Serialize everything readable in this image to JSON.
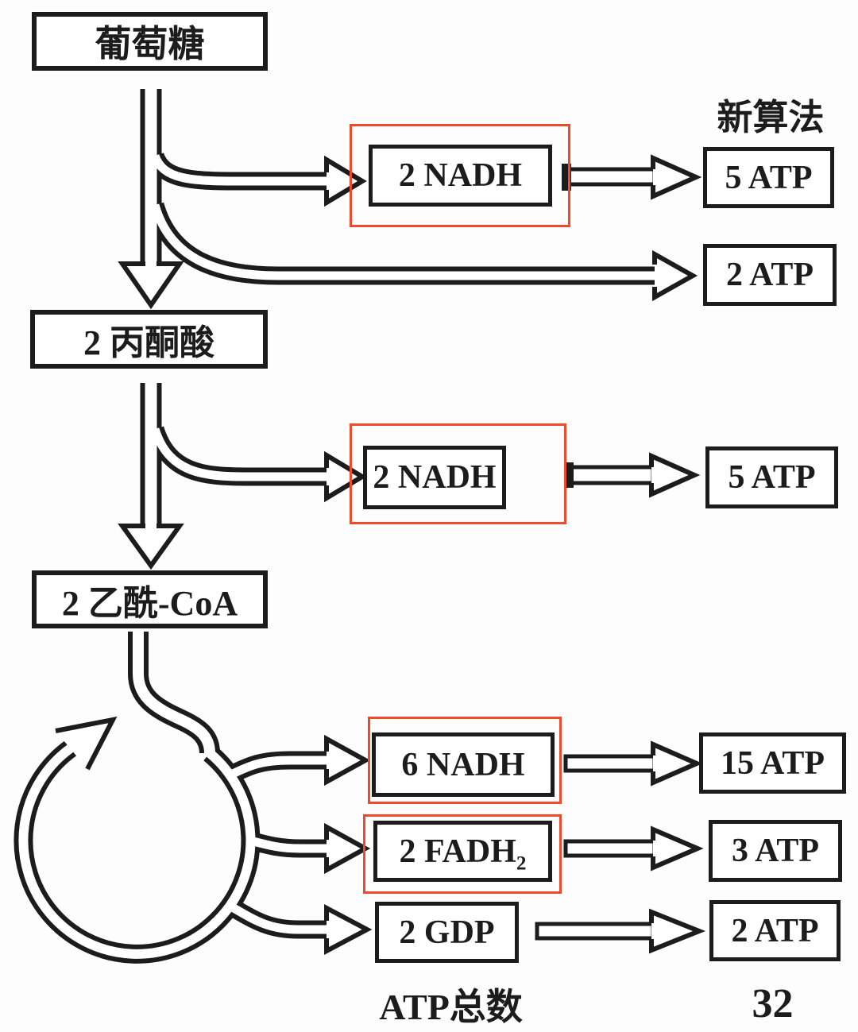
{
  "header": {
    "column_label": "新算法"
  },
  "glycolysis": {
    "substrate": "葡萄糖",
    "nadh": "2 NADH",
    "nadh_atp": "5 ATP",
    "substrate_atp": "2 ATP"
  },
  "pyruvate_oxidation": {
    "substrate": "2 丙酮酸",
    "nadh": "2 NADH",
    "nadh_atp": "5 ATP"
  },
  "citric_acid_cycle": {
    "substrate": "2 乙酰-CoA",
    "nadh": "6 NADH",
    "nadh_atp": "15 ATP",
    "fadh2_base": "2 FADH",
    "fadh2_sub": "2",
    "fadh2_atp": "3 ATP",
    "gdp": "2 GDP",
    "gdp_atp": "2 ATP"
  },
  "total": {
    "label": "ATP总数",
    "value": "32"
  },
  "colors": {
    "highlight": "#f04a2c",
    "ink": "#1c1c1c"
  }
}
